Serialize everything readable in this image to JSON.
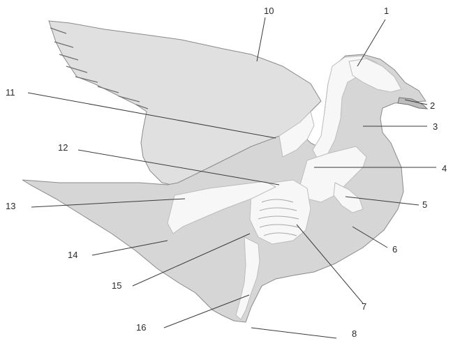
{
  "diagram": {
    "labels": [
      "1",
      "2",
      "3",
      "4",
      "5",
      "6",
      "7",
      "8",
      "10",
      "11",
      "12",
      "13",
      "14",
      "15",
      "16"
    ],
    "colors": {
      "body": "#d6d6d6",
      "wing": "#e0e0e0",
      "skeleton": "#f7f7f7",
      "outline": "#6f6f6f",
      "leader": "#3a3a3a",
      "text": "#2a2a2a"
    }
  }
}
